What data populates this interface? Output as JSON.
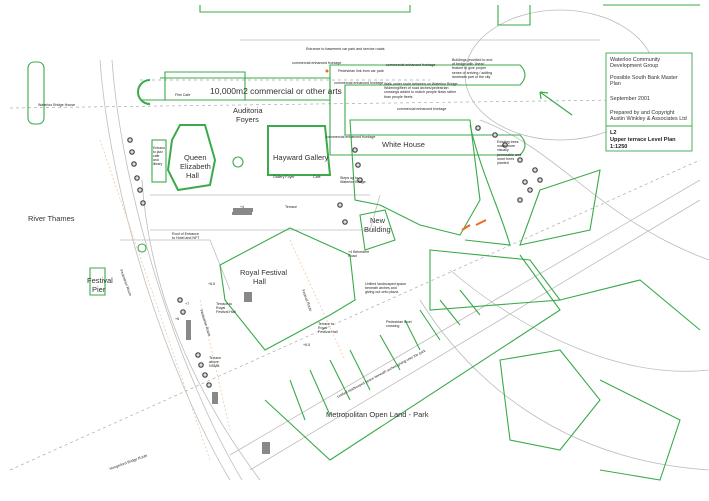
{
  "title_block": {
    "client_line1": "Waterloo Community",
    "client_line2": "Development Group",
    "project_line1": "Possible South Bank Master",
    "project_line2": "Plan",
    "date": "September 2001",
    "copyright_line1": "Prepared by and Copyright",
    "copyright_line2": "Austin Winkley & Associates Ltd",
    "drawing_no": "L2",
    "drawing_title": "Upper terrace Level Plan",
    "scale": "1:1250"
  },
  "labels": {
    "commercial": "10,000m2 commercial or other arts",
    "film_cafe": "Film Cafe",
    "waterloo_bridge_house": "Waterloo Bridge House",
    "auditoria_1": "Auditoria",
    "auditoria_2": "Foyers",
    "qeh_1": "Queen",
    "qeh_2": "Elizabeth",
    "qeh_3": "Hall",
    "hayward": "Hayward Gallery",
    "gallery_foyer": "Gallery Foyer",
    "cafe": "Cafe",
    "white_house": "White House",
    "new_building_1": "New",
    "new_building_2": "Building",
    "river": "River Thames",
    "pier_1": "Festival",
    "pier_2": "Pier",
    "rfh_1": "Royal Festival",
    "rfh_2": "Hall",
    "terrace": "Terrace",
    "park": "Metropolitan Open Land - Park",
    "hungerford": "Hungerford Bridge Route",
    "waterloo_bridge": "Waterloo Bridge House"
  },
  "notes": {
    "entrance_car_park": "Entrance to basement car park and service roads",
    "ped_link": "Pedestrian link from car park",
    "frontage": "commercial enhanced frontage",
    "walk_under": "Walk under route between on Waterloo Bridge. Widening/fleet of road arches/pedestrian crossings added to match people flows rather than people fleets",
    "buildings_bridge": "Buildings provided to end of bridge with 'linear' feature to give proper sense of arriving / adding landmark part of the city",
    "trees": "Existing trees made more visually permeable and more trees planted",
    "steps": "Steps up to Waterloo Bridge",
    "roof_entrance": "Roof of Entrance to Hotel and NFT",
    "belvedere": "+4 Belvedere Road",
    "unified": "Unified landscaped space beneath arches and giving out onto plaza",
    "ped_crossing": "Pedestrian level crossing",
    "terrace_rfh": "Terrace to Royal Festival Hall",
    "terrace_above": "Terrace above NSMB",
    "entrance_qeh": "Entrance to jazz cafe and library",
    "festival_route": "Festival Route",
    "ped_route": "Pedestrian Route",
    "ramp_note": "Unified landscaped space beneath arches giving onto the park",
    "lvl1": "+4",
    "lvl2": "+6",
    "lvl3": "+6.5",
    "lvl4": "+7",
    "lvl5": "+6.5"
  },
  "colors": {
    "outline": "#3aaa4a",
    "roads": "#bdbdbd",
    "accent": "#f06a1e"
  }
}
